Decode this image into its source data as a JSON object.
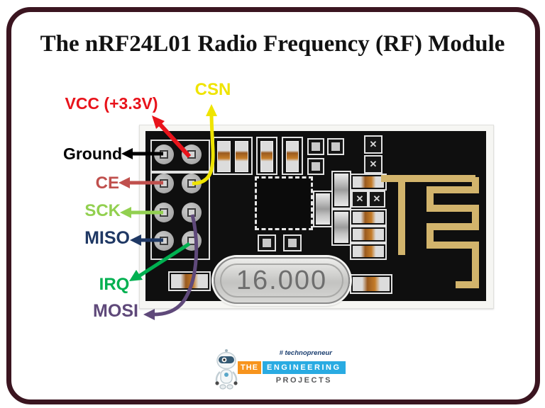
{
  "frame": {
    "border_color": "#3b1520"
  },
  "title": "The nRF24L01 Radio Frequency (RF) Module",
  "pins": [
    {
      "id": "ground",
      "label": "Ground",
      "color": "#000000"
    },
    {
      "id": "vcc",
      "label": "VCC (+3.3V)",
      "color": "#e8131b"
    },
    {
      "id": "csn",
      "label": "CSN",
      "color": "#efe400"
    },
    {
      "id": "ce",
      "label": "CE",
      "color": "#c0504d"
    },
    {
      "id": "sck",
      "label": "SCK",
      "color": "#92d050"
    },
    {
      "id": "miso",
      "label": "MISO",
      "color": "#1f3864"
    },
    {
      "id": "irq",
      "label": "IRQ",
      "color": "#00b050"
    },
    {
      "id": "mosi",
      "label": "MOSI",
      "color": "#5f497a"
    }
  ],
  "module": {
    "crystal_label": "16.000",
    "board_color": "#0f0f0f",
    "antenna_color": "#d2b46c",
    "silkscreen_color": "#e3e3e3"
  },
  "logo": {
    "hashtag": "# technopreneur",
    "hashtag_color": "#1b3e6f",
    "the": "THE",
    "the_bg": "#f7941d",
    "engineering": "ENGINEERING",
    "engineering_bg": "#29abe2",
    "projects": "PROJECTS",
    "projects_color": "#58595b"
  }
}
